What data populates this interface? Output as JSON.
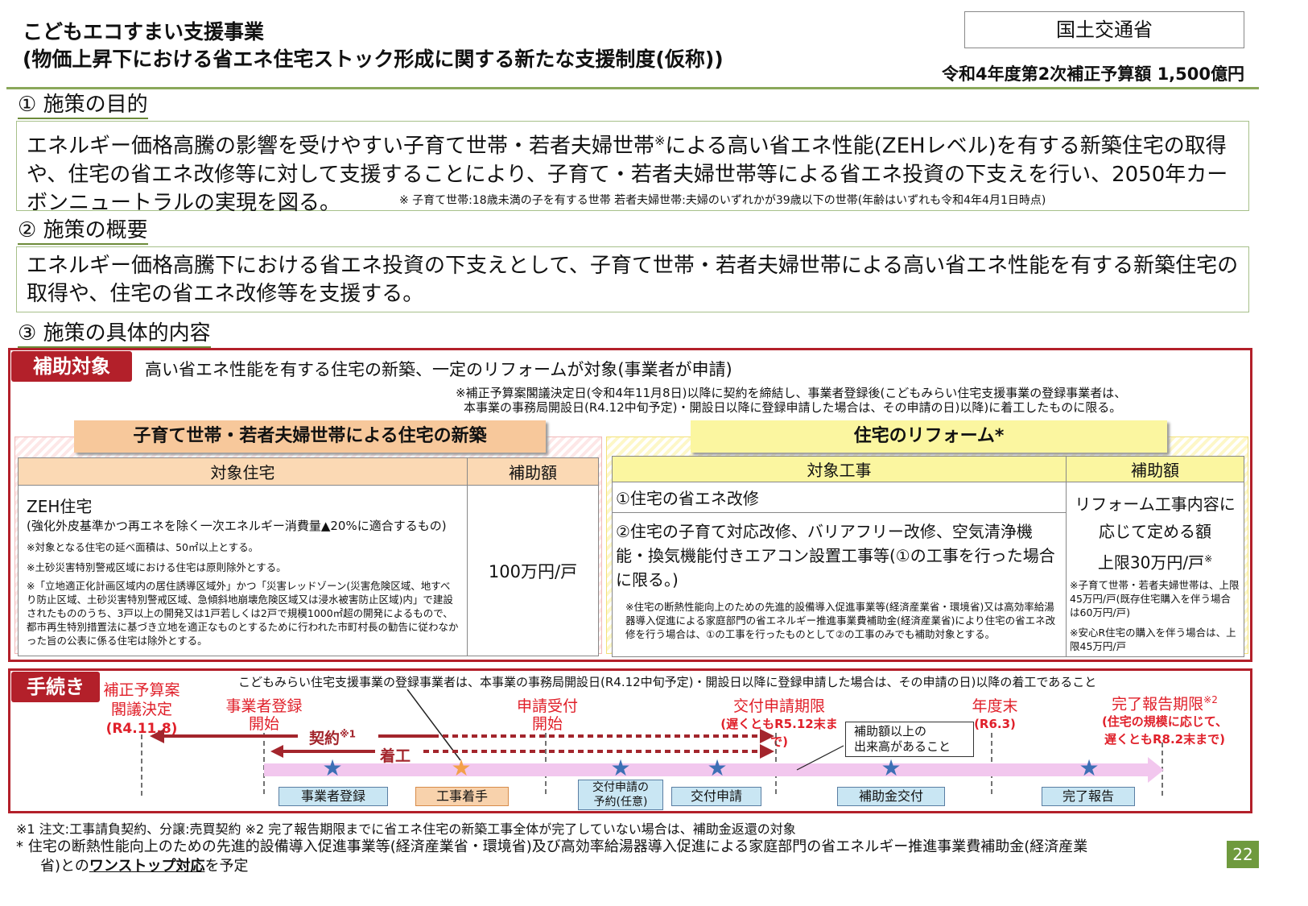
{
  "header": {
    "title1": "こどもエコすまい支援事業",
    "title2": "(物価上昇下における省エネ住宅ストック形成に関する新たな支援制度(仮称))",
    "ministry": "国土交通省",
    "budget": "令和4年度第2次補正予算額 1,500億円"
  },
  "sec1": {
    "heading": "① 施策の目的",
    "text1": "エネルギー価格高騰の影響を受けやすい子育て世帯・若者夫婦世帯",
    "sup": "※",
    "text2": "による高い省エネ性能(ZEHレベル)を有する新築住宅の取得や、住宅の省エネ改修等に対して支援することにより、子育て・若者夫婦世帯等による省エネ投資の下支えを行い、2050年カーボンニュートラルの実現を図る。",
    "note": "※ 子育て世帯:18歳未満の子を有する世帯 若者夫婦世帯:夫婦のいずれかが39歳以下の世帯(年齢はいずれも令和4年4月1日時点)"
  },
  "sec2": {
    "heading": "② 施策の概要",
    "text": "エネルギー価格高騰下における省エネ投資の下支えとして、子育て世帯・若者夫婦世帯による高い省エネ性能を有する新築住宅の取得や、住宅の省エネ改修等を支援する。"
  },
  "sec3": {
    "heading": "③ 施策の具体的内容",
    "target_tab": "補助対象",
    "target_text": "高い省エネ性能を有する住宅の新築、一定のリフォームが対象(事業者が申請)",
    "target_note1": "※補正予算案閣議決定日(令和4年11月8日)以降に契約を締結し、事業者登録後(こどもみらい住宅支援事業の登録事業者は、",
    "target_note2": "本事業の事務局開設日(R4.12中旬予定)・開設日以降に登録申請した場合は、その申請の日)以降)に着工したものに限る。",
    "new_header": "子育て世帯・若者夫婦世帯による住宅の新築",
    "new_col1": "対象住宅",
    "new_col2": "補助額",
    "zeh_title": "ZEH住宅",
    "zeh_sub": "(強化外皮基準かつ再エネを除く一次エネルギー消費量▲20%に適合するもの)",
    "zeh_n1": "※対象となる住宅の延べ面積は、50㎡以上とする。",
    "zeh_n2": "※土砂災害特別警戒区域における住宅は原則除外とする。",
    "zeh_n3": "※「立地適正化計画区域内の居住誘導区域外」かつ「災害レッドゾーン(災害危険区域、地すべり防止区域、土砂災害特別警戒区域、急傾斜地崩壊危険区域又は浸水被害防止区域)内」で建設されたもののうち、3戸以上の開発又は1戸若しくは2戸で規模1000㎡超の開発によるもので、都市再生特別措置法に基づき立地を適正なものとするために行われた市町村長の勧告に従わなかった旨の公表に係る住宅は除外とする。",
    "new_amount": "100万円/戸",
    "ref_header": "住宅のリフォーム",
    "ref_header_sup": "*",
    "ref_col1": "対象工事",
    "ref_col2": "補助額",
    "ref_item1": "①住宅の省エネ改修",
    "ref_item2": "②住宅の子育て対応改修、バリアフリー改修、空気清浄機能・換気機能付きエアコン設置工事等(①の工事を行った場合に限る。)",
    "ref_note": "※住宅の断熱性能向上のための先進的設備導入促進事業等(経済産業省・環境省)又は高効率給湯器導入促進による家庭部門の省エネルギー推進事業費補助金(経済産業省)により住宅の省エネ改修を行う場合は、①の工事を行ったものとして②の工事のみでも補助対象とする。",
    "ref_amount1": "リフォーム工事内容に",
    "ref_amount2": "応じて定める額",
    "ref_amount3": "上限30万円/戸",
    "ref_amount_sup": "※",
    "ref_an1": "※子育て世帯・若者夫婦世帯は、上限45万円/戸(既存住宅購入を伴う場合は60万円/戸)",
    "ref_an2": "※安心R住宅の購入を伴う場合は、上限45万円/戸"
  },
  "procedure": {
    "tab": "手続き",
    "top_note": "こどもみらい住宅支援事業の登録事業者は、本事業の事務局開設日(R4.12中旬予定)・開設日以降に登録申請した場合は、その申請の日)以降の着工であること",
    "m1a": "補正予算案",
    "m1b": "閣議決定",
    "m1c": "(R4.11.8)",
    "m2a": "事業者登録",
    "m2b": "開始",
    "m3a": "申請受付",
    "m3b": "開始",
    "m4a": "交付申請期限",
    "m4b": "(遅くともR5.12末まで)",
    "m5a": "年度末",
    "m5b": "(R6.3)",
    "m6a": "完了報告期限",
    "m6sup": "※2",
    "m6b": "(住宅の規模に応じて、",
    "m6c": "遅くともR8.2末まで)",
    "contract": "契約",
    "contract_sup": "※1",
    "start_work": "着工",
    "callout1": "補助額以上の",
    "callout2": "出来高があること",
    "l1": "事業者登録",
    "l2": "工事着手",
    "l3a": "交付申請の",
    "l3b": "予約(任意)",
    "l4": "交付申請",
    "l5": "補助金交付",
    "l6": "完了報告"
  },
  "footer": {
    "n1": "※1 注文:工事請負契約、分譲:売買契約 ※2 完了報告期限までに省エネ住宅の新築工事全体が完了していない場合は、補助金返還の対象",
    "n2a": "* 住宅の断熱性能向上のための先進的設備導入促進事業等(経済産業省・環境省)及び高効率給湯器導入促進による家庭部門の省エネルギー推進事業費補助金(経済産業",
    "n2b": "省)との",
    "n2c": "ワンストップ対応",
    "n2d": "を予定",
    "page": "22"
  },
  "colors": {
    "accent_red": "#b3202a",
    "green": "#8aa85a",
    "orange": "#f7c89b",
    "yellow": "#fbf6a0",
    "timeline": "#f2c7ee"
  }
}
